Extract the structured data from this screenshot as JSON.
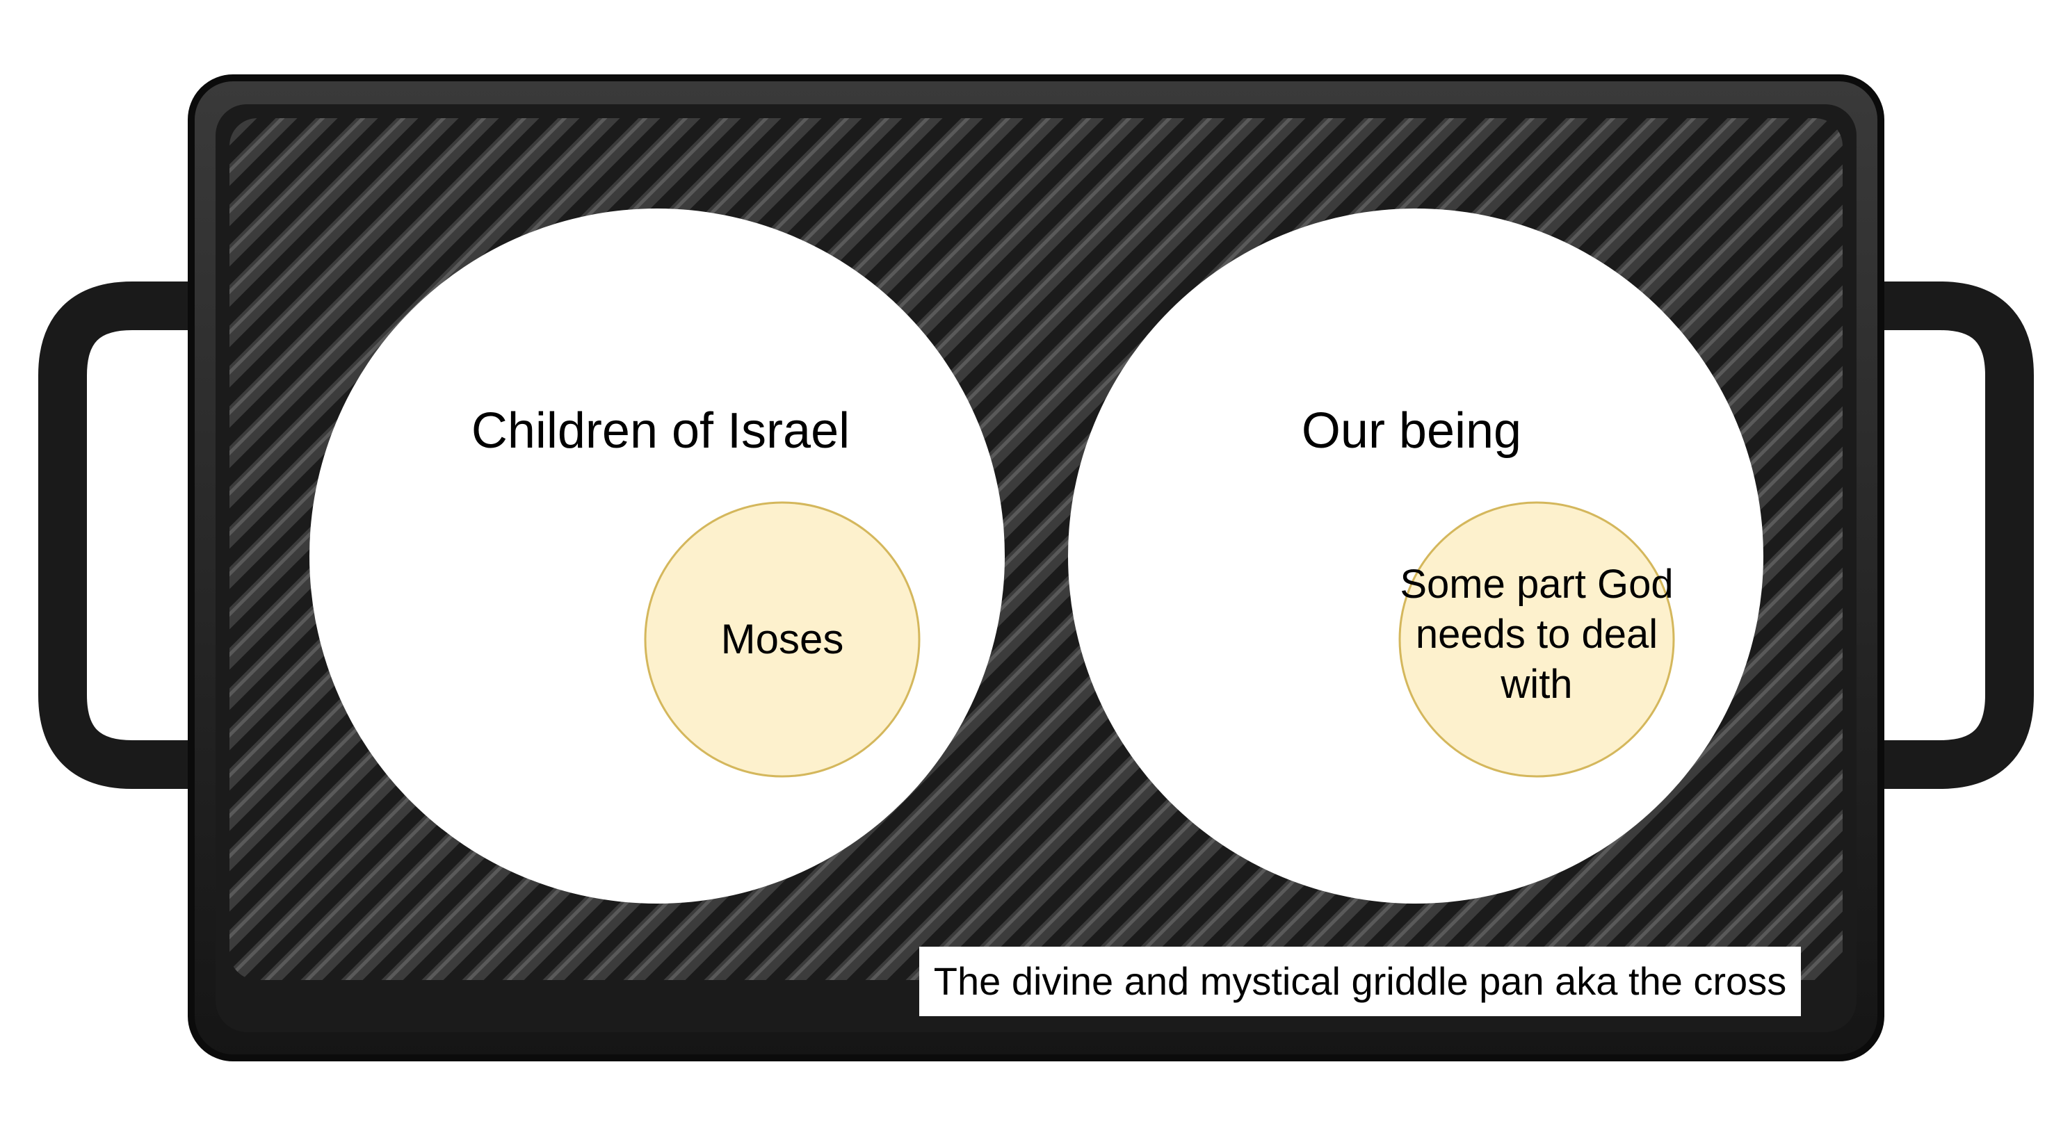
{
  "circles": [
    {
      "title": "Children of Israel",
      "inner": {
        "label": "Moses"
      }
    },
    {
      "title": "Our being",
      "inner": {
        "label": "Some part God needs to deal with"
      }
    }
  ],
  "caption": "The divine and mystical griddle pan aka the cross",
  "colors": {
    "pan": "#1b1b1b",
    "pan_rim": "#0d0d0d",
    "ridge": "#3a3a3a",
    "circle_fill": "#ffffff",
    "inner_fill": "#fdf1cd",
    "inner_stroke": "#d4b75c"
  },
  "icons": {
    "pan": "griddle-pan-icon"
  }
}
